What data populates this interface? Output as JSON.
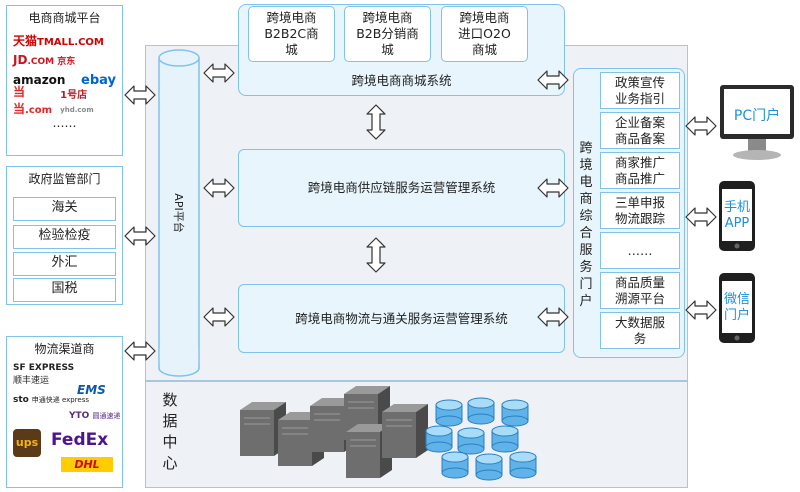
{
  "ecommerce": {
    "title": "电商商城平台",
    "logos": [
      {
        "name": "天猫",
        "sub": "TMALL.COM",
        "color": "#d40000"
      },
      {
        "name": "JD",
        "sub": ".COM 京东",
        "color": "#c9151e"
      },
      {
        "name": "ebay",
        "sub": "",
        "color": "#0064d2"
      },
      {
        "name": "amazon",
        "sub": "",
        "color": "#111111"
      },
      {
        "name": "当当",
        "sub": ".com",
        "color": "#e3262a"
      },
      {
        "name": "1号店",
        "sub": "yhd.com",
        "color": "#b3202c"
      }
    ],
    "more": "……"
  },
  "government": {
    "title": "政府监管部门",
    "items": [
      "海关",
      "检验检疫",
      "外汇",
      "国税"
    ]
  },
  "logistics": {
    "title": "物流渠道商",
    "logos": [
      {
        "name": "SF EXPRESS",
        "sub": "顺丰速运",
        "color": "#111111"
      },
      {
        "name": "EMS",
        "sub": "",
        "color": "#0c5aa6"
      },
      {
        "name": "sto",
        "sub": "申通快递 express",
        "color": "#333333"
      },
      {
        "name": "YTO",
        "sub": "圆通速递",
        "color": "#5a2b82"
      },
      {
        "name": "ups",
        "sub": "",
        "color": "#5b3a1a"
      },
      {
        "name": "FedEx",
        "sub": "",
        "color": "#4d148c"
      },
      {
        "name": "DHL",
        "sub": "",
        "color": "#d40511"
      }
    ]
  },
  "api": {
    "label": "API平台"
  },
  "mall": {
    "system": "跨境电商商城系统",
    "modules": [
      [
        "跨境电商",
        "B2B2C商",
        "城"
      ],
      [
        "跨境电商",
        "B2B分销商",
        "城"
      ],
      [
        "跨境电商",
        "进口O2O",
        "商城"
      ]
    ]
  },
  "supply_chain": {
    "label": "跨境电商供应链服务运营管理系统"
  },
  "logistics_system": {
    "label": "跨境电商物流与通关服务运营管理系统"
  },
  "data_center": {
    "label": "数据中心"
  },
  "portal": {
    "title": "跨境电商综合服务门户",
    "items": [
      [
        "政策宣传",
        "业务指引"
      ],
      [
        "企业备案",
        "商品备案"
      ],
      [
        "商家推广",
        "商品推广"
      ],
      [
        "三单申报",
        "物流跟踪"
      ],
      [
        "……"
      ],
      [
        "商品质量",
        "溯源平台"
      ],
      [
        "大数据服",
        "务"
      ]
    ]
  },
  "devices": {
    "pc": "PC门户",
    "mobile": [
      "手机",
      "APP"
    ],
    "wechat": [
      "微信",
      "门户"
    ]
  },
  "colors": {
    "border": "#7fc3ea",
    "box_fill": "#e8f5fc",
    "core_fill": "#eef1f5",
    "api_fill": "#e6f3fb"
  }
}
